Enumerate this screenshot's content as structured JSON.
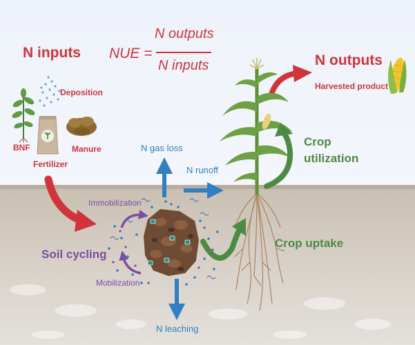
{
  "inputs": {
    "title": "N inputs",
    "sources": {
      "deposition": "Deposition",
      "bnf": "BNF",
      "fertilizer": "Fertilizer",
      "manure": "Manure"
    }
  },
  "formula": {
    "lhs": "NUE =",
    "numerator": "N outputs",
    "denominator": "N inputs"
  },
  "outputs": {
    "title": "N outputs",
    "subtitle": "Harvested product"
  },
  "processes": {
    "gas_loss": "N gas loss",
    "runoff": "N runoff",
    "leaching": "N leaching",
    "immobilization": "Immobilization",
    "mobilization": "Mobilization",
    "soil_cycling": "Soil cycling",
    "crop_uptake": "Crop uptake",
    "crop_utilization": "Crop\nutilization"
  },
  "colors": {
    "inputs": "#d0343a",
    "losses": "#2f7fc1",
    "cycling": "#7b4fa0",
    "crop": "#4d8a44"
  }
}
